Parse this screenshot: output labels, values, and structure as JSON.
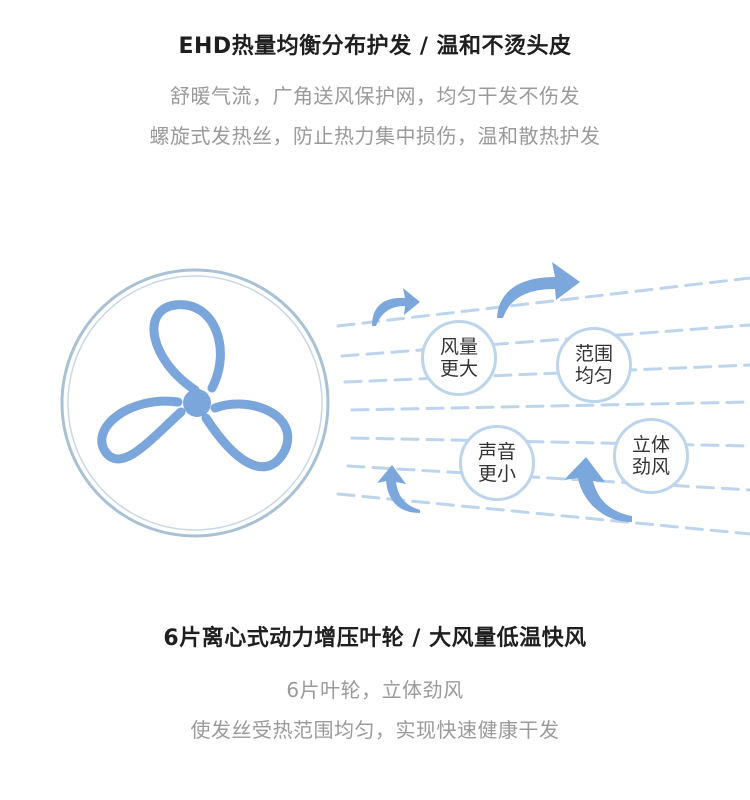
{
  "section1": {
    "heading": "EHD热量均衡分布护发 / 温和不烫头皮",
    "line1": "舒暖气流，广角送风保护网，均匀干发不伤发",
    "line2": "螺旋式发热丝，防止热力集中损伤，温和散热护发"
  },
  "bubbles": [
    {
      "line1": "风量",
      "line2": "更大"
    },
    {
      "line1": "范围",
      "line2": "均匀"
    },
    {
      "line1": "声音",
      "line2": "更小"
    },
    {
      "line1": "立体",
      "line2": "劲风"
    }
  ],
  "section2": {
    "heading": "6片离心式动力增压叶轮 / 大风量低温快风",
    "line1": "6片叶轮，立体劲风",
    "line2": "使发丝受热范围均匀，实现快速健康干发"
  },
  "colors": {
    "fan": "#7aa6dc",
    "ring": "#a8c1d6",
    "dash": "#bcd4ec",
    "arrow": "#7ba7dc"
  },
  "icons": [
    "fan-icon",
    "curved-arrow-icon"
  ]
}
